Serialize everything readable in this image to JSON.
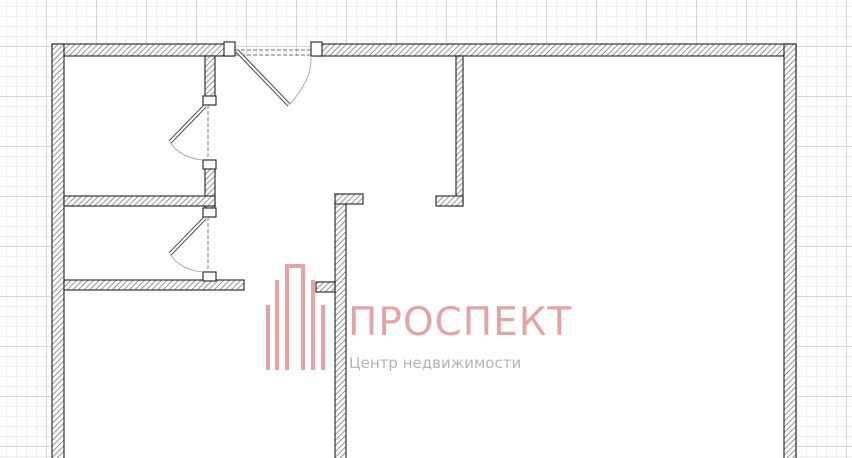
{
  "plan": {
    "title": "Floor plan",
    "wall_color": "#555555",
    "background": "#ffffff"
  },
  "watermark": {
    "brand": "ПРОСПЕКТ",
    "tagline": "Центр недвижимости",
    "color": "#e6a3a3"
  }
}
